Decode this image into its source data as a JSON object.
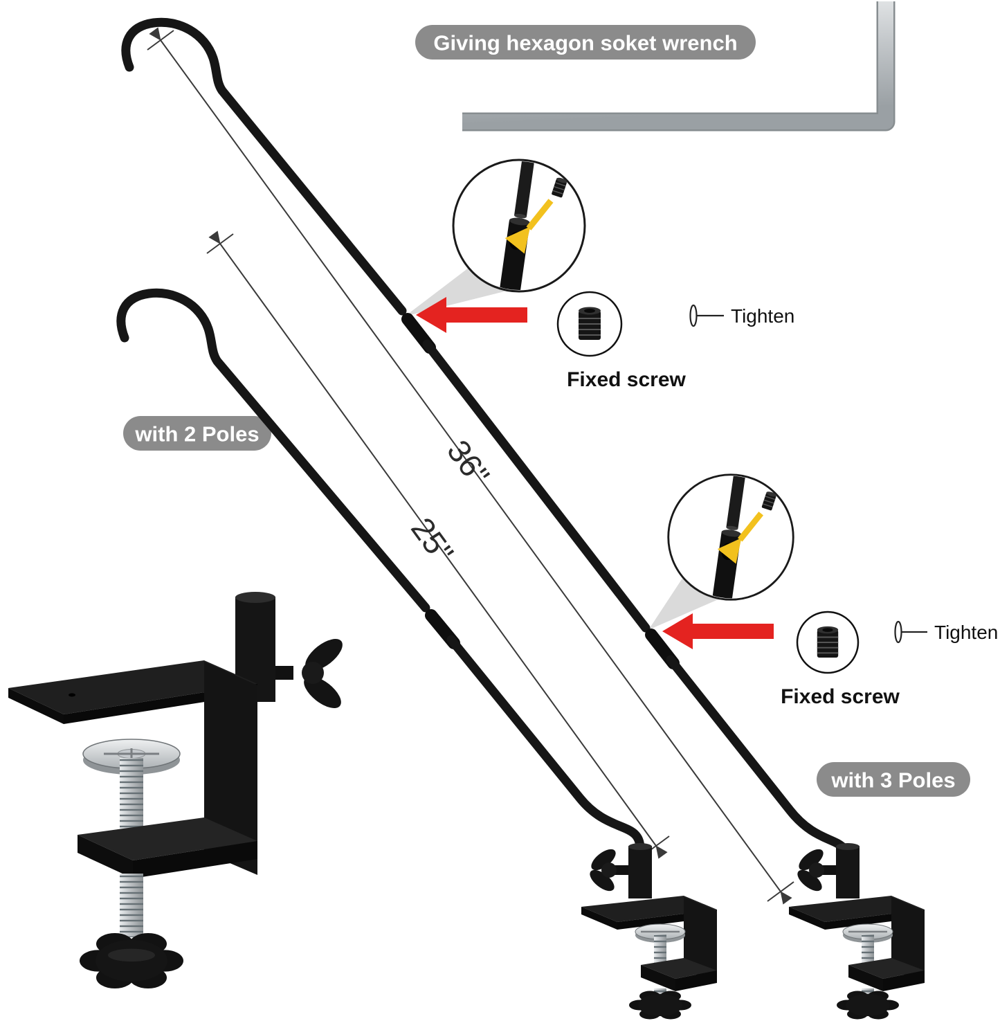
{
  "annotations": {
    "wrench_label": "Giving hexagon soket wrench",
    "poles2_label": "with 2 Poles",
    "poles3_label": "with 3 Poles",
    "fixed_screw_label_1": "Fixed screw",
    "fixed_screw_label_2": "Fixed screw",
    "tighten_label_1": "Tighten",
    "tighten_label_2": "Tighten"
  },
  "dimensions": {
    "long_pole": "36\"",
    "short_pole": "25\""
  },
  "icons": {
    "allen_wrench": "hexagon-socket-wrench-icon",
    "set_screw": "set-screw-icon",
    "yellow_arrow": "insert-direction-arrow-icon",
    "red_arrow": "attach-point-arrow-icon",
    "tighten_pin": "screw-side-view-icon"
  },
  "colors": {
    "label_background": "#8b8b8b",
    "label_text": "#ffffff",
    "pole_black": "#161616",
    "arrow_red": "#e42320",
    "highlight_arrow_yellow": "#f2c11e",
    "metal_silver": "#c3c7ca",
    "dimension_line": "#3a3a3a"
  }
}
